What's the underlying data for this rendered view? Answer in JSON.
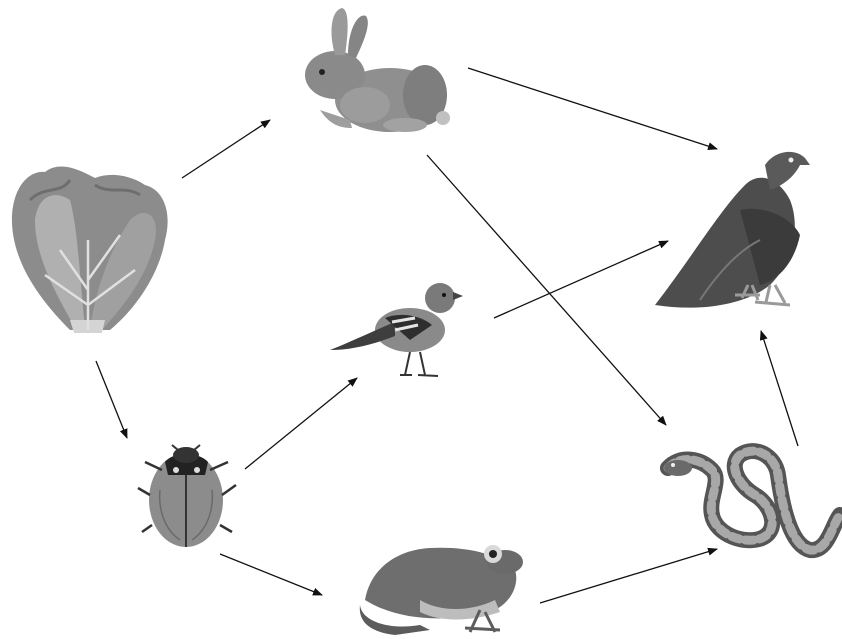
{
  "diagram": {
    "type": "food-web",
    "organisms": [
      {
        "id": "lettuce",
        "icon": "lettuce-icon"
      },
      {
        "id": "rabbit",
        "icon": "rabbit-icon"
      },
      {
        "id": "hawk",
        "icon": "hawk-icon"
      },
      {
        "id": "bird",
        "icon": "finch-icon"
      },
      {
        "id": "beetle",
        "icon": "ladybug-icon"
      },
      {
        "id": "frog",
        "icon": "frog-icon"
      },
      {
        "id": "snake",
        "icon": "snake-icon"
      }
    ],
    "arrows": [
      {
        "from": "lettuce",
        "to": "rabbit"
      },
      {
        "from": "lettuce",
        "to": "beetle"
      },
      {
        "from": "rabbit",
        "to": "hawk"
      },
      {
        "from": "rabbit",
        "to": "snake"
      },
      {
        "from": "bird",
        "to": "hawk"
      },
      {
        "from": "beetle",
        "to": "bird"
      },
      {
        "from": "beetle",
        "to": "frog"
      },
      {
        "from": "frog",
        "to": "snake"
      },
      {
        "from": "snake",
        "to": "hawk"
      }
    ],
    "colors": {
      "arrow": "#111111",
      "background": "#ffffff"
    }
  }
}
